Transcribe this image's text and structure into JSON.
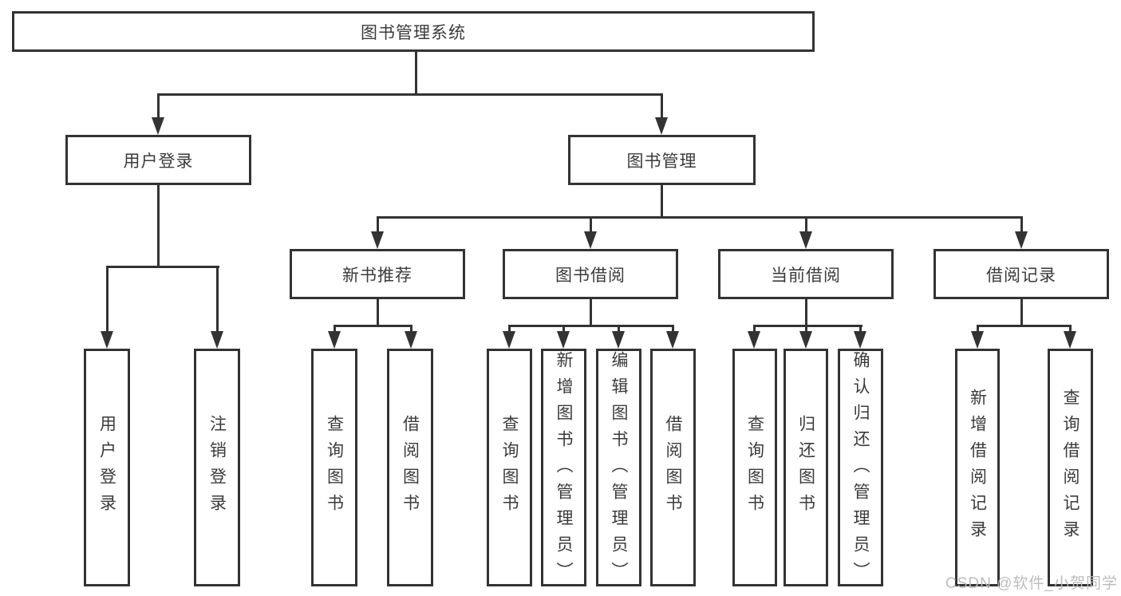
{
  "colors": {
    "line": "#333333",
    "text": "#3b3b3b",
    "box_background": "#ffffff",
    "watermark": "#b8b8b8"
  },
  "watermark": "CSDN @软件_小贺同学",
  "tree": {
    "root": {
      "label": "图书管理系统"
    },
    "branches": [
      {
        "label": "用户登录",
        "children": [
          {
            "label": "用户登录"
          },
          {
            "label": "注销登录"
          }
        ]
      },
      {
        "label": "图书管理",
        "children": [
          {
            "label": "新书推荐",
            "children": [
              {
                "label": "查询图书"
              },
              {
                "label": "借阅图书"
              }
            ]
          },
          {
            "label": "图书借阅",
            "children": [
              {
                "label": "查询图书"
              },
              {
                "label": "新增图书（管理员）"
              },
              {
                "label": "编辑图书（管理员）"
              },
              {
                "label": "借阅图书"
              }
            ]
          },
          {
            "label": "当前借阅",
            "children": [
              {
                "label": "查询图书"
              },
              {
                "label": "归还图书"
              },
              {
                "label": "确认归还（管理员）"
              }
            ]
          },
          {
            "label": "借阅记录",
            "children": [
              {
                "label": "新增借阅记录"
              },
              {
                "label": "查询借阅记录"
              }
            ]
          }
        ]
      }
    ]
  }
}
